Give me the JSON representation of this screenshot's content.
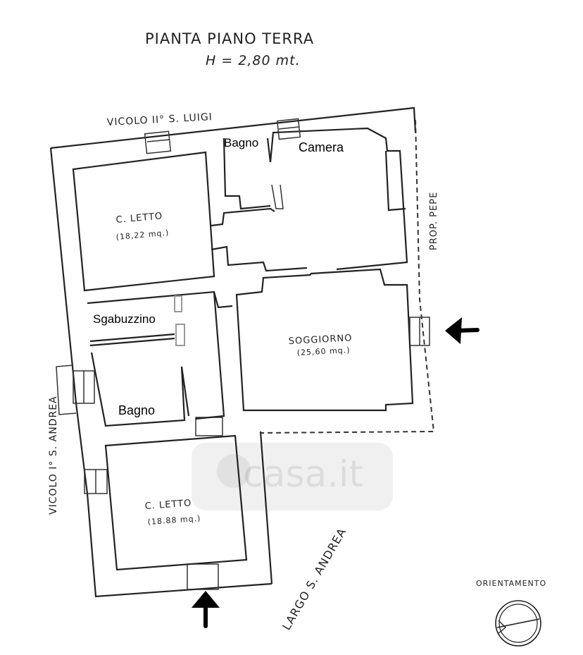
{
  "header": {
    "title": "PIANTA PIANO TERRA",
    "height": "H = 2,80 mt."
  },
  "streets": {
    "north": "VICOLO II° S. LUIGI",
    "west": "VICOLO I° S. ANDREA",
    "south": "LARGO S. ANDREA",
    "east": "PROP. PEPE"
  },
  "rooms": {
    "bedroom1": {
      "name": "C. LETTO",
      "area": "(18,22 mq.)"
    },
    "bedroom2": {
      "name": "C. LETTO",
      "area": "(18.88 mq.)"
    },
    "living": {
      "name": "SOGGIORNO",
      "area": "(25,60 mq.)"
    },
    "bath_top": "Bagno",
    "camera": "Camera",
    "storage": "Sgabuzzino",
    "bath_bottom": "Bagno"
  },
  "orientation": {
    "label": "ORIENTAMENTO"
  },
  "watermark": "casa.it",
  "colors": {
    "ink": "#222222",
    "arrow": "#000000",
    "background": "#ffffff"
  }
}
